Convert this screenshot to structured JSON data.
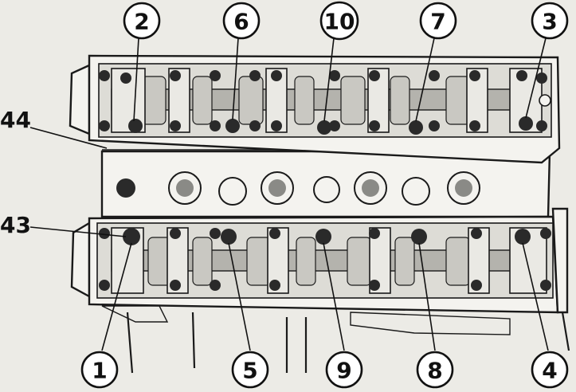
{
  "callouts_top": [
    {
      "label": "2"
    },
    {
      "label": "6"
    },
    {
      "label": "10"
    },
    {
      "label": "7"
    },
    {
      "label": "3"
    }
  ],
  "callouts_bottom": [
    {
      "label": "1"
    },
    {
      "label": "5"
    },
    {
      "label": "9"
    },
    {
      "label": "8"
    },
    {
      "label": "4"
    }
  ],
  "side_labels": [
    {
      "label": "44"
    },
    {
      "label": "43"
    }
  ]
}
